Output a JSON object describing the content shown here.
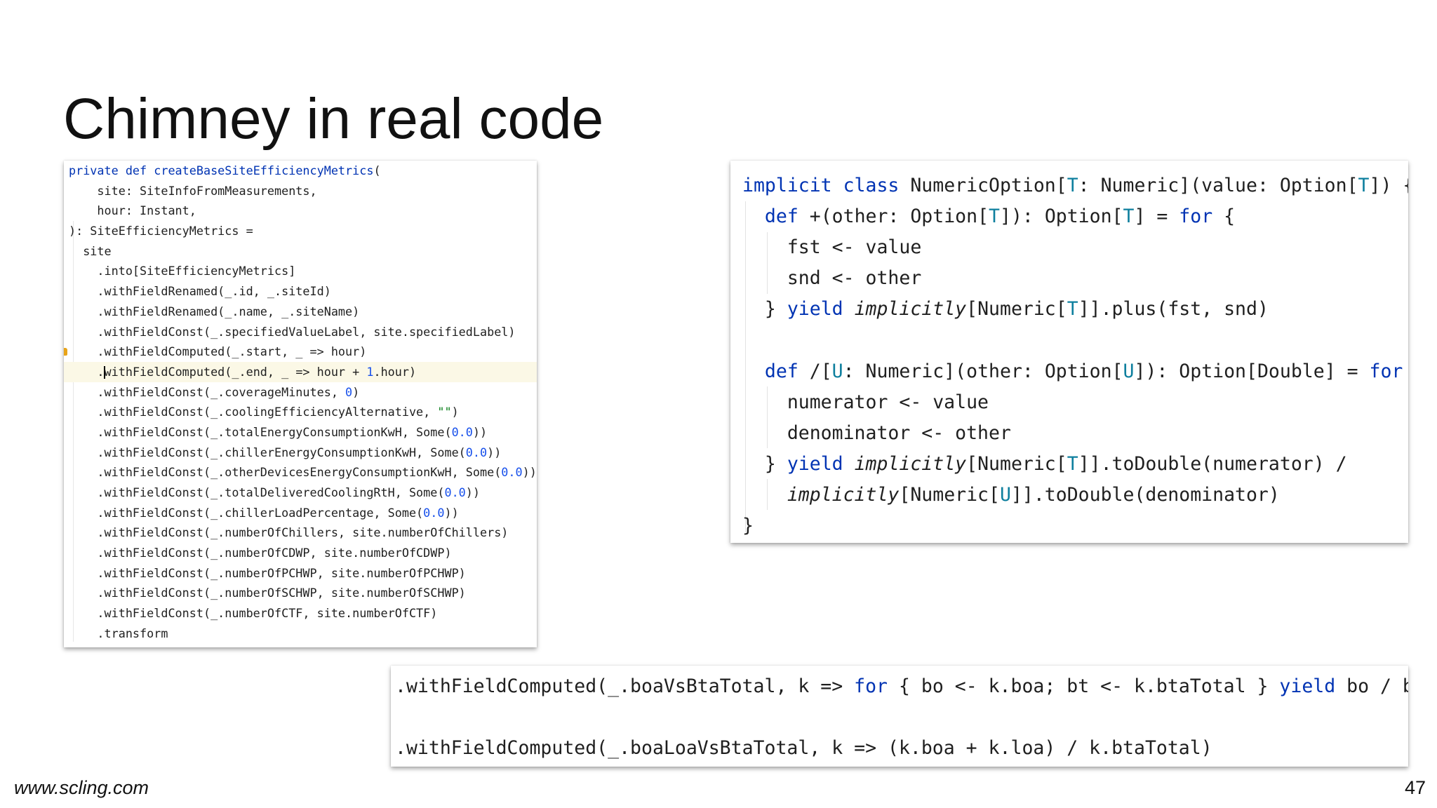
{
  "slide": {
    "title": "Chimney in real code",
    "footer_url": "www.scling.com",
    "page_number": "47"
  },
  "colors": {
    "keyword": "#0033b3",
    "number": "#1750eb",
    "type_param": "#0e7f9e",
    "highlight_line": "#fbf8e6",
    "bulb": "#e8a317"
  },
  "left_code": {
    "lines": [
      [
        "private def ",
        "createBaseSiteEfficiencyMetrics",
        "("
      ],
      "    site: SiteInfoFromMeasurements,",
      "    hour: Instant,",
      "): SiteEfficiencyMetrics =",
      "  site",
      "    .into[SiteEfficiencyMetrics]",
      "    .withFieldRenamed(_.id, _.siteId)",
      "    .withFieldRenamed(_.name, _.siteName)",
      "    .withFieldConst(_.specifiedValueLabel, site.specifiedLabel)",
      "    .withFieldComputed(_.start, _ => hour)",
      [
        "    .",
        "withFieldComputed(_.end, _ => hour + ",
        "1",
        ".hour)"
      ],
      [
        "    .withFieldConst(_.coverageMinutes, ",
        "0",
        ")"
      ],
      [
        "    .withFieldConst(_.coolingEfficiencyAlternative, ",
        "\"\"",
        ")"
      ],
      [
        "    .withFieldConst(_.totalEnergyConsumptionKwH, Some(",
        "0.0",
        "))"
      ],
      [
        "    .withFieldConst(_.chillerEnergyConsumptionKwH, Some(",
        "0.0",
        "))"
      ],
      [
        "    .withFieldConst(_.otherDevicesEnergyConsumptionKwH, Some(",
        "0.0",
        "))"
      ],
      [
        "    .withFieldConst(_.totalDeliveredCoolingRtH, Some(",
        "0.0",
        "))"
      ],
      [
        "    .withFieldConst(_.chillerLoadPercentage, Some(",
        "0.0",
        "))"
      ],
      "    .withFieldConst(_.numberOfChillers, site.numberOfChillers)",
      "    .withFieldConst(_.numberOfCDWP, site.numberOfCDWP)",
      "    .withFieldConst(_.numberOfPCHWP, site.numberOfPCHWP)",
      "    .withFieldConst(_.numberOfSCHWP, site.numberOfSCHWP)",
      "    .withFieldConst(_.numberOfCTF, site.numberOfCTF)",
      "    .transform"
    ]
  },
  "right_code": {
    "lines": [
      [
        "implicit class",
        " NumericOption[",
        "T",
        ": Numeric](value: Option[",
        "T",
        "]) {"
      ],
      [
        "  ",
        "def",
        " +(other: Option[",
        "T",
        "]): Option[",
        "T",
        "] = ",
        "for",
        " {"
      ],
      "    fst <- value",
      "    snd <- other",
      [
        "  } ",
        "yield",
        " ",
        "implicitly",
        "[Numeric[",
        "T",
        "]].plus(fst, snd)"
      ],
      "",
      [
        "  ",
        "def",
        " /[",
        "U",
        ": Numeric](other: Option[",
        "U",
        "]): Option[Double] = ",
        "for",
        " {"
      ],
      "    numerator <- value",
      "    denominator <- other",
      [
        "  } ",
        "yield",
        " ",
        "implicitly",
        "[Numeric[",
        "T",
        "]].toDouble(numerator) /"
      ],
      [
        "    ",
        "implicitly",
        "[Numeric[",
        "U",
        "]].toDouble(denominator)"
      ],
      "}"
    ]
  },
  "bottom_code": {
    "lines": [
      [
        ".withFieldComputed(_.boaVsBtaTotal, k => ",
        "for",
        " { bo <- k.boa; bt <- k.btaTotal } ",
        "yield",
        " bo / bt)"
      ],
      "",
      ".withFieldComputed(_.boaLoaVsBtaTotal, k => (k.boa + k.loa) / k.btaTotal)"
    ]
  }
}
